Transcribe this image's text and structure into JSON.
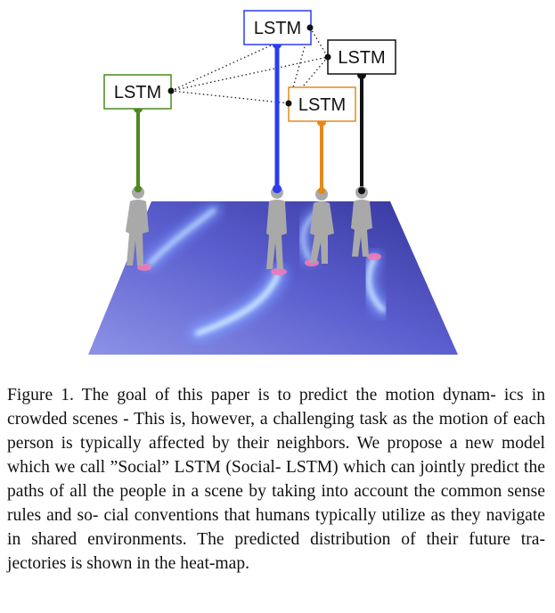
{
  "figure": {
    "lstm_labels": {
      "green": "LSTM",
      "blue": "LSTM",
      "black": "LSTM",
      "orange": "LSTM"
    },
    "colors": {
      "green": "#4a8a1f",
      "blue": "#2a3df0",
      "black": "#111111",
      "orange": "#e48a1a",
      "floor_light": "#8a8ee0",
      "floor_dark": "#3c3c9a",
      "person": "#a9a9a9"
    }
  },
  "caption": {
    "lines": [
      "Figure 1. The goal of this paper is to predict the motion dynam-",
      "ics in crowded scenes - This is, however, a challenging task as",
      "the motion of each person is typically affected by their neighbors.",
      "We propose a new model which we call ”Social” LSTM (Social-",
      "LSTM) which can jointly predict the paths of all the people in",
      "a scene by taking into account the common sense rules and so-",
      "cial conventions that humans typically utilize as they navigate in",
      "shared environments. The predicted distribution of their future tra-",
      "jectories is shown in the heat-map."
    ]
  }
}
